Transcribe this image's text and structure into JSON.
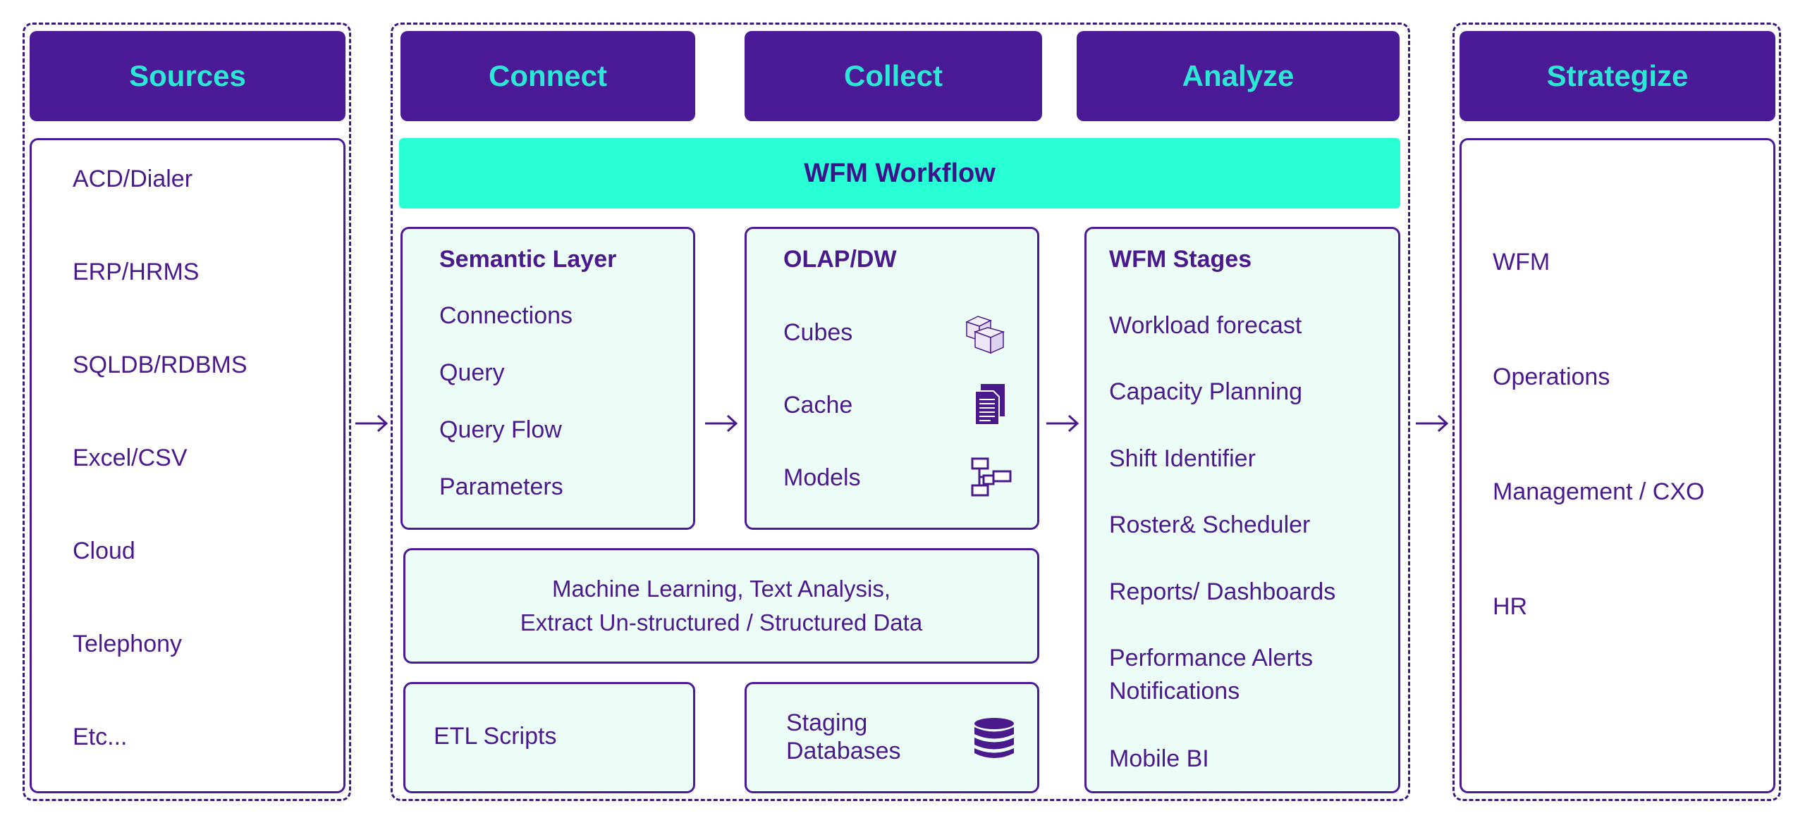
{
  "colors": {
    "header_bg": "#4b1a96",
    "header_text": "#2ee6d6",
    "workflow_bg": "#28ffd5",
    "panel_fill": "#ecfdf8",
    "text": "#4a1a8c"
  },
  "headers": {
    "sources": "Sources",
    "connect": "Connect",
    "collect": "Collect",
    "analyze": "Analyze",
    "strategize": "Strategize"
  },
  "sources": {
    "items": [
      "ACD/Dialer",
      "ERP/HRMS",
      "SQLDB/RDBMS",
      "Excel/CSV",
      "Cloud",
      "Telephony",
      "Etc..."
    ]
  },
  "workflow": {
    "label": "WFM Workflow"
  },
  "semantic_layer": {
    "title": "Semantic Layer",
    "items": [
      "Connections",
      "Query",
      "Query Flow",
      "Parameters"
    ]
  },
  "olap": {
    "title": "OLAP/DW",
    "items": [
      {
        "label": "Cubes",
        "icon": "cubes-icon"
      },
      {
        "label": "Cache",
        "icon": "document-icon"
      },
      {
        "label": "Models",
        "icon": "model-diagram-icon"
      }
    ]
  },
  "wfm_stages": {
    "title": "WFM Stages",
    "items": [
      "Workload forecast",
      "Capacity Planning",
      "Shift Identifier",
      "Roster& Scheduler",
      "Reports/ Dashboards",
      "Performance Alerts",
      "Notifications",
      "Mobile BI"
    ]
  },
  "ml_box": {
    "line1": "Machine Learning, Text Analysis,",
    "line2": "Extract Un-structured / Structured Data"
  },
  "etl": {
    "label": "ETL Scripts"
  },
  "staging": {
    "line1": "Staging",
    "line2": "Databases",
    "icon": "database-icon"
  },
  "strategize": {
    "items": [
      "WFM",
      "Operations",
      "Management / CXO",
      "HR"
    ]
  }
}
